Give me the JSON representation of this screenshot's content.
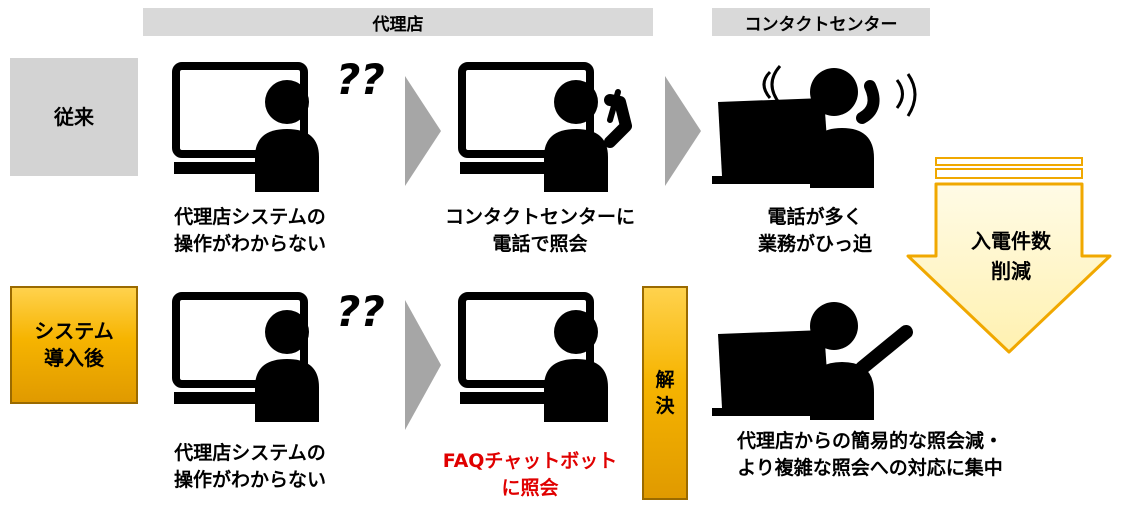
{
  "headers": {
    "agency": "代理店",
    "contact_center": "コンタクトセンター"
  },
  "rows": {
    "before": {
      "label": "従来",
      "agency_caption": "代理店システムの\n操作がわからない",
      "call_caption": "コンタクトセンターに\n電話で照会",
      "center_caption": "電話が多く\n業務がひっ迫",
      "question_marks": "??"
    },
    "after": {
      "label": "システム\n導入後",
      "agency_caption": "代理店システムの\n操作がわからない",
      "faq_caption": "FAQチャットボット\nに照会",
      "resolve_label": "解\n決",
      "center_caption": "代理店からの簡易的な照会減・\nより複雑な照会への対応に集中",
      "question_marks": "??"
    }
  },
  "reduction": {
    "label": "入電件数\n削減"
  },
  "colors": {
    "gold": "#f6b400",
    "red_text": "#e00000",
    "header_gray": "#d9d9d9",
    "arrow_gray": "#a6a6a6"
  },
  "icons": [
    "monitor-person-icon",
    "phone-person-icon",
    "laptop-operator-icon",
    "chevron-right-icon",
    "down-arrow-icon"
  ]
}
